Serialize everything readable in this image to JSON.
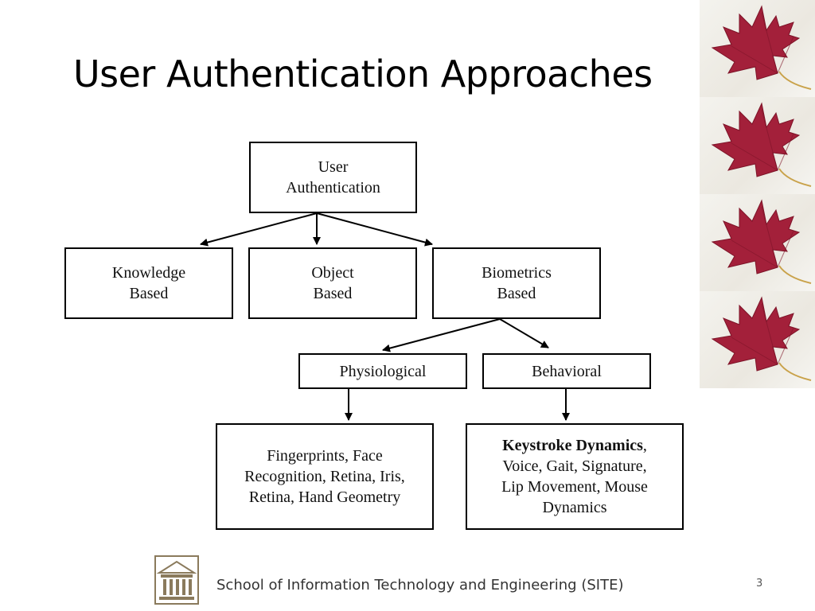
{
  "slide": {
    "title": "User Authentication Approaches",
    "page_number": "3"
  },
  "diagram": {
    "root": "User\nAuthentication",
    "level1": {
      "knowledge": "Knowledge\nBased",
      "object": "Object\nBased",
      "biometrics": "Biometrics\nBased"
    },
    "level2": {
      "physiological": "Physiological",
      "behavioral": "Behavioral"
    },
    "level3": {
      "physiological_examples": "Fingerprints, Face\nRecognition, Retina, Iris,\nRetina, Hand Geometry",
      "behavioral_bold": "Keystroke Dynamics",
      "behavioral_rest": ",\nVoice, Gait, Signature,\nLip Movement, Mouse\nDynamics"
    }
  },
  "footer": {
    "text": "School of Information Technology and Engineering (SITE)"
  },
  "colors": {
    "leaf": "#a3203a",
    "leaf_dark": "#7d1428",
    "stem": "#c9a24a",
    "logo": "#8a7a5c"
  },
  "icons": {
    "decoration": "maple-leaf-icon",
    "logo": "university-building-icon"
  }
}
